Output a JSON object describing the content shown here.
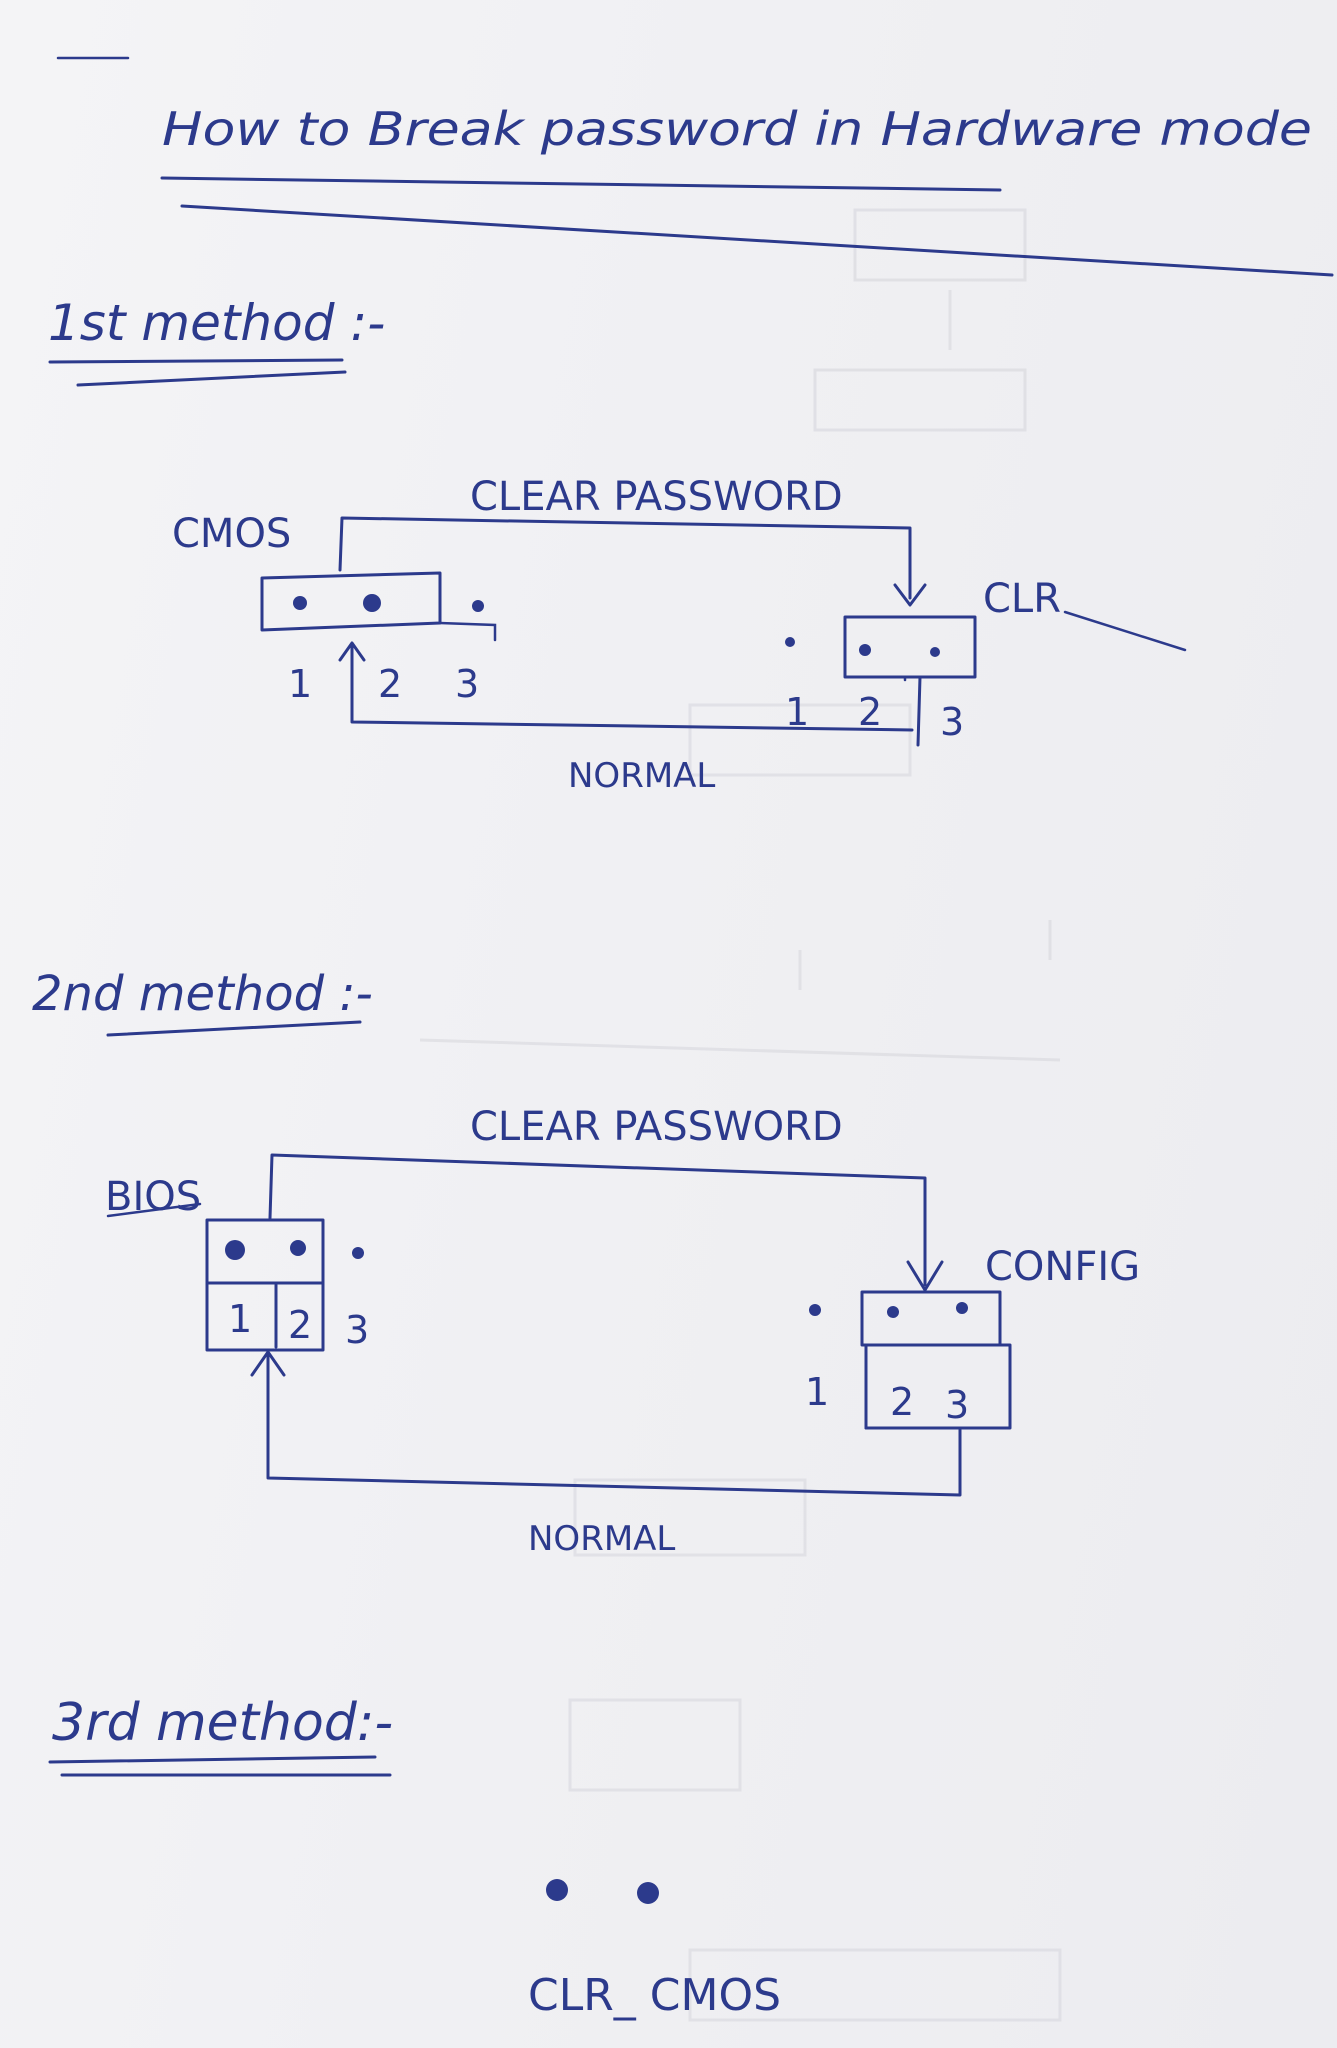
{
  "title": "How to Break password in Hardware mode",
  "method1": {
    "heading": "1st method :-",
    "left_label": "CMOS",
    "top_label": "CLEAR PASSWORD",
    "right_label": "CLR",
    "bottom_label": "NORMAL",
    "left_pins": [
      "1",
      "2",
      "3"
    ],
    "right_pins": [
      "1",
      "2",
      "3"
    ]
  },
  "method2": {
    "heading": "2nd method :-",
    "left_label": "BIOS",
    "top_label": "CLEAR PASSWORD",
    "right_label": "CONFIG",
    "bottom_label": "NORMAL",
    "left_pins": [
      "1",
      "2",
      "3"
    ],
    "right_pins": [
      "1",
      "2",
      "3"
    ]
  },
  "method3": {
    "heading": "3rd method:-",
    "label": "CLR_ CMOS"
  },
  "colors": {
    "ink": "#2c3a8c",
    "paper": "#f1f1f3"
  }
}
